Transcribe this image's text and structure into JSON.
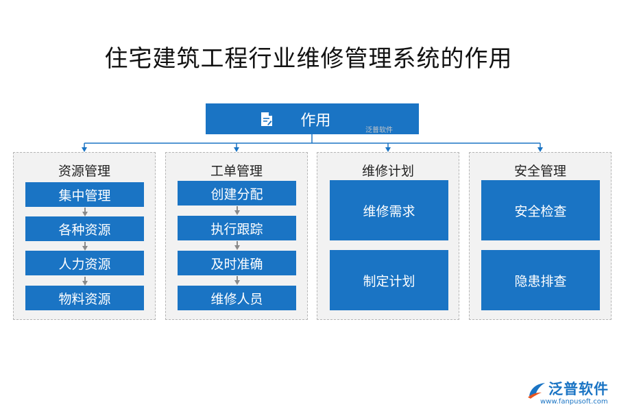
{
  "title": "住宅建筑工程行业维修管理系统的作用",
  "root": {
    "label": "作用",
    "icon": "document-edit-icon"
  },
  "watermark_small": "泛普软件",
  "panels": [
    {
      "title": "资源管理",
      "items": [
        "集中管理",
        "各种资源",
        "人力资源",
        "物料资源"
      ]
    },
    {
      "title": "工单管理",
      "items": [
        "创建分配",
        "执行跟踪",
        "及时准确",
        "维修人员"
      ]
    },
    {
      "title": "维修计划",
      "items": [
        "维修需求",
        "制定计划"
      ]
    },
    {
      "title": "安全管理",
      "items": [
        "安全检查",
        "隐患排查"
      ]
    }
  ],
  "logo": {
    "name": "泛普软件",
    "url": "www.fanpusoft.com",
    "icon": "fanpu-logo-icon"
  },
  "colors": {
    "accent": "#1a74c4",
    "panel_bg": "#f2f2f2",
    "connector": "#1a74c4",
    "arrow": "#8a8a8a"
  }
}
